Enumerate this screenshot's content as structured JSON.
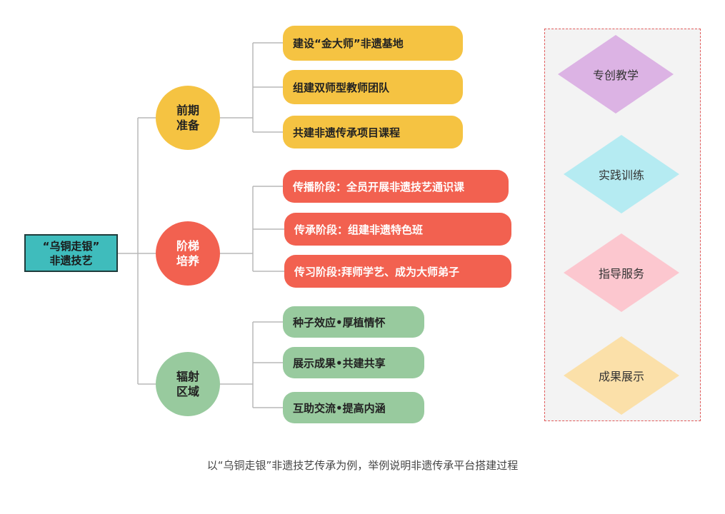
{
  "root": {
    "line1": "“乌铜走银”",
    "line2": "非遗技艺"
  },
  "branches": [
    {
      "line1": "前期",
      "line2": "准备",
      "color": "#f5c342",
      "items": [
        "建设“金大师”非遗基地",
        "组建双师型教师团队",
        "共建非遗传承项目课程"
      ]
    },
    {
      "line1": "阶梯",
      "line2": "培养",
      "color": "#f26150",
      "items": [
        "传播阶段：全员开展非遗技艺通识课",
        "传承阶段：组建非遗特色班",
        "传习阶段:拜师学艺、成为大师弟子"
      ]
    },
    {
      "line1": "辐射",
      "line2": "区域",
      "color": "#98ca9e",
      "items": [
        "种子效应•厚植情怀",
        "展示成果•共建共享",
        "互助交流•提高内涵"
      ]
    }
  ],
  "side_panel": {
    "items": [
      {
        "label": "专创教学",
        "color": "#dcb3e4"
      },
      {
        "label": "实践训练",
        "color": "#b5ebf2"
      },
      {
        "label": "指导服务",
        "color": "#fcc7cf"
      },
      {
        "label": "成果展示",
        "color": "#fbe0a9"
      }
    ]
  },
  "caption": "以“乌铜走银”非遗技艺传承为例，举例说明非遗传承平台搭建过程"
}
